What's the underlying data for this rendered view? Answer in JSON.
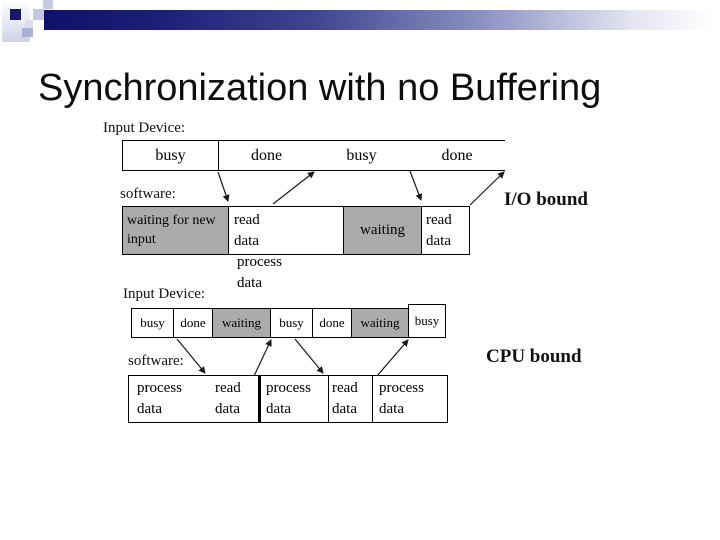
{
  "slide_title": "Synchronization with no Buffering",
  "diagram_io_bound": {
    "device_label": "Input Device:",
    "device_cells": [
      "busy",
      "done",
      "busy",
      "done"
    ],
    "software_label": "software:",
    "software_cells": [
      "waiting for new input",
      "read data",
      "process data",
      "waiting",
      "read data"
    ],
    "bound_label": "I/O bound"
  },
  "diagram_cpu_bound": {
    "device_label": "Input Device:",
    "device_cells": [
      "busy",
      "done",
      "waiting",
      "busy",
      "done",
      "waiting",
      "busy"
    ],
    "software_label": "software:",
    "software_cells": [
      "process data",
      "read data",
      "process data",
      "read data",
      "process data"
    ],
    "bound_label": "CPU bound"
  },
  "colors": {
    "shaded_cell_gray": "#ababab",
    "decor_navy": "#10106a"
  }
}
